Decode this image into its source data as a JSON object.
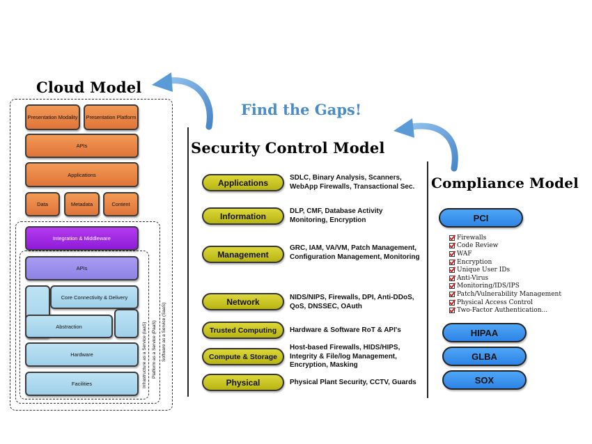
{
  "titles": {
    "cloud_model": "Cloud Model",
    "find_gaps": "Find the Gaps!",
    "security_control_model": "Security Control Model",
    "compliance_model": "Compliance Model"
  },
  "cloud_model": {
    "presentation_modality": "Presentation Modality",
    "presentation_platform": "Presentation Platform",
    "apis_top": "APIs",
    "applications": "Applications",
    "data": "Data",
    "metadata": "Metadata",
    "content": "Content",
    "integration_middleware": "Integration & Middleware",
    "apis_mid": "APIs",
    "core_connectivity": "Core Connectivity & Delivery",
    "abstraction": "Abstraction",
    "hardware": "Hardware",
    "facilities": "Facilities",
    "label_iaas": "Infrastructure as a Service (IaaS)",
    "label_paas": "Platform as a Service (PaaS)",
    "label_saas": "Software as a Service (SaaS)"
  },
  "security_controls": [
    {
      "label": "Applications",
      "desc": "SDLC, Binary Analysis, Scanners,\nWebApp Firewalls, Transactional Sec."
    },
    {
      "label": "Information",
      "desc": "DLP, CMF, Database Activity\nMonitoring, Encryption"
    },
    {
      "label": "Management",
      "desc": "GRC, IAM, VA/VM, Patch Management,\nConfiguration Management, Monitoring"
    },
    {
      "label": "Network",
      "desc": "NIDS/NIPS, Firewalls, DPI, Anti-DDoS,\nQoS, DNSSEC, OAuth"
    },
    {
      "label": "Trusted Computing",
      "desc": "Hardware & Software RoT & API's"
    },
    {
      "label": "Compute & Storage",
      "desc": "Host-based Firewalls, HIDS/HIPS,\nIntegrity & File/log Management,\nEncryption, Masking"
    },
    {
      "label": "Physical",
      "desc": "Physical Plant Security, CCTV, Guards"
    }
  ],
  "compliance": {
    "pci": "PCI",
    "pci_items": [
      "Firewalls",
      "Code Review",
      "WAF",
      "Encryption",
      "Unique User IDs",
      "Anti-Virus",
      "Monitoring/IDS/IPS",
      "Patch/Vulnerability Management",
      "Physical Access Control",
      "Two-Factor Authentication..."
    ],
    "hipaa": "HIPAA",
    "glba": "GLBA",
    "sox": "SOX"
  },
  "colors": {
    "cloud_orange": "#e8843f",
    "cloud_purple": "#a02be4",
    "cloud_lavender": "#9a8eec",
    "cloud_lightblue": "#aed9ef",
    "security_olive": "#c8c424",
    "compliance_blue": "#3b94ee",
    "gaps_text": "#4a8cc7",
    "arrow_blue": "#5a9ad6"
  }
}
